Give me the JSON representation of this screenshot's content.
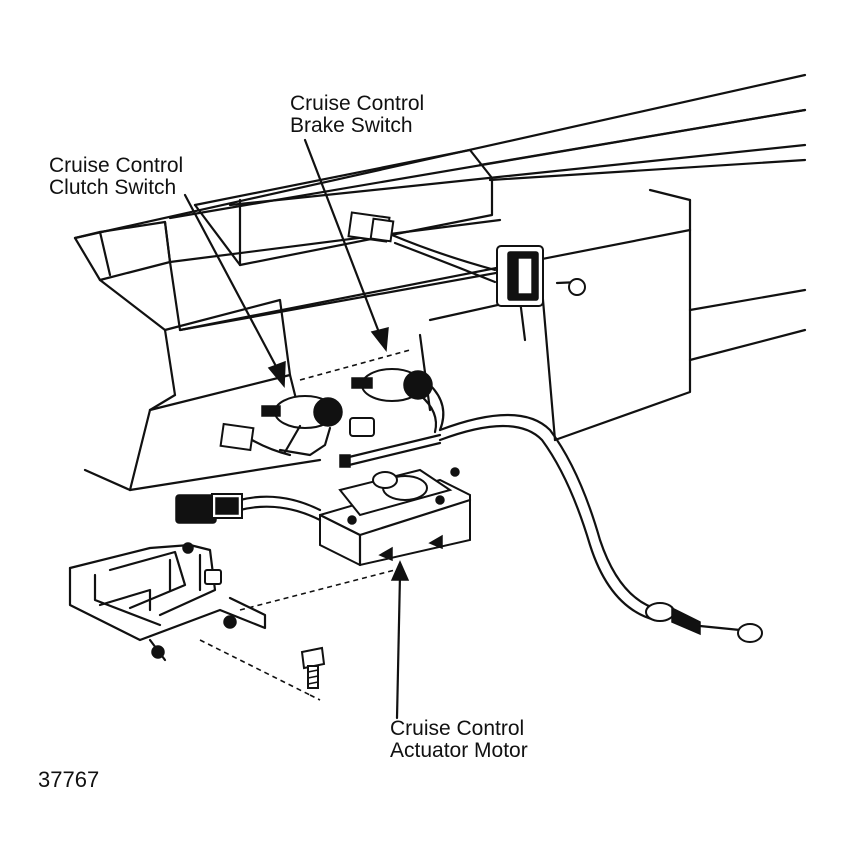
{
  "labels": {
    "brake_line1": "Cruise Control",
    "brake_line2": "Brake Switch",
    "clutch_line1": "Cruise Control",
    "clutch_line2": "Clutch Switch",
    "actuator_line1": "Cruise Control",
    "actuator_line2": "Actuator Motor"
  },
  "figure_number": "37767"
}
